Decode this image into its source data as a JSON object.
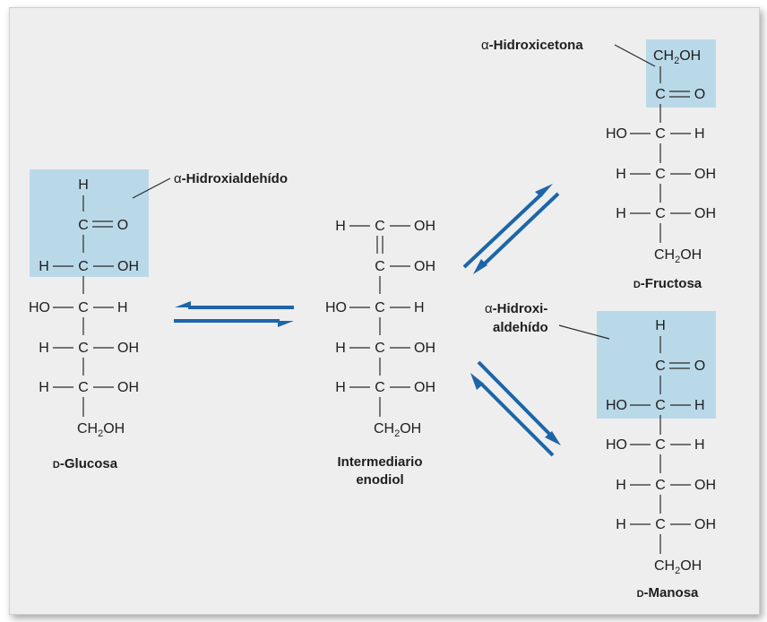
{
  "atoms": {
    "H": "H",
    "C": "C",
    "O": "O",
    "OH": "OH",
    "HO": "HO",
    "CH": "CH",
    "sub2": "2"
  },
  "labels": {
    "glucose": "D-Glucosa",
    "fructose": "D-Fructosa",
    "mannose": "D-Manosa",
    "enediol_line1": "Intermediario",
    "enediol_line2": "enodiol",
    "alpha": "α",
    "hydroxyaldehyde": "-Hidroxialdehído",
    "hydroxyketone": "-Hidroxicetona",
    "hydroxyaldehyde_split_1": "-Hidroxi-",
    "hydroxyaldehyde_split_2": "aldehído",
    "d_prefix": "D",
    "glucose_name": "-Glucosa",
    "fructose_name": "-Fructosa",
    "mannose_name": "-Manosa"
  },
  "colors": {
    "highlight_box": "#b9d9e9",
    "arrow": "#1c66a8",
    "background": "#eeeeee"
  }
}
